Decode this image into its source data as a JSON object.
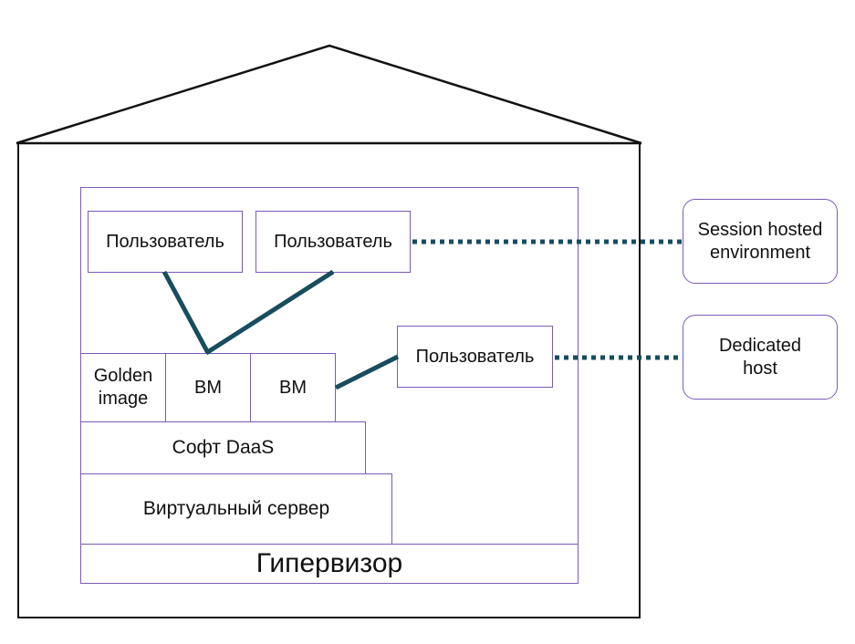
{
  "diagram": {
    "users": [
      {
        "label": "Пользователь"
      },
      {
        "label": "Пользователь"
      },
      {
        "label": "Пользователь"
      }
    ],
    "vm_row": {
      "golden_image": "Golden image",
      "vm1": "ВМ",
      "vm2": "ВМ"
    },
    "layers": {
      "daas_software": "Софт DaaS",
      "virtual_server": "Виртуальный сервер",
      "hypervisor": "Гипервизор"
    },
    "deployment_models": [
      {
        "label": "Session hosted environment"
      },
      {
        "label": "Dedicated host"
      }
    ],
    "colors": {
      "connector": "#174d5c",
      "box_border": "#7b5bb8",
      "house_outline": "#111111"
    }
  }
}
